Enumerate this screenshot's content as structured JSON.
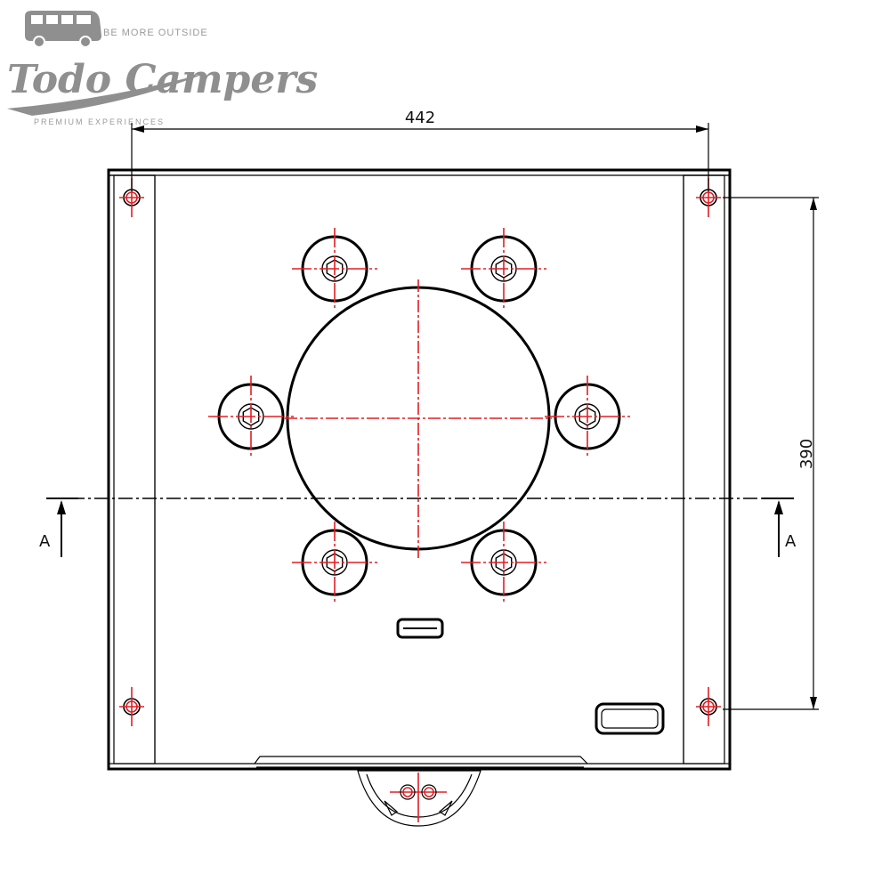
{
  "logo": {
    "name": "Todo Campers",
    "slogan": "BE MORE OUTSIDE",
    "tagline": "PREMIUM EXPERIENCES",
    "color": "#8f8f8f"
  },
  "drawing": {
    "line_color": "#000000",
    "centerline_color": "#e31e24",
    "dimensions": {
      "width": "442",
      "height": "390"
    },
    "section_labels": {
      "left": "A",
      "right": "A"
    }
  }
}
